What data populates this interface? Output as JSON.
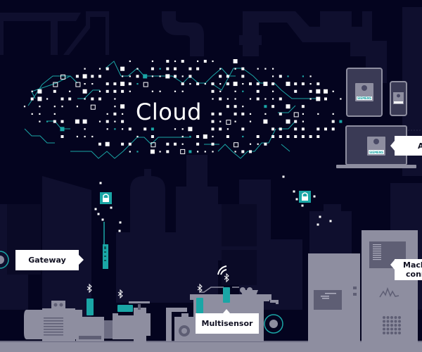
{
  "diagram": {
    "cloud_label": "Cloud",
    "callouts": {
      "gateway": "Gateway",
      "multisensor": "Multisensor",
      "machine_connect_line1": "Mach",
      "machine_connect_line2": "conn",
      "apps_partial": "A"
    },
    "device_brand": "SIEMENS",
    "colors": {
      "background": "#04041f",
      "silhouette": "#0f0f2e",
      "teal_accent": "#1aa6a6",
      "machine_gray": "#8e8ea0",
      "machine_dark": "#5e5e74",
      "floor": "#8e8ea0",
      "callout_bg": "#ffffff",
      "node_white": "#ffffff"
    },
    "icons": [
      "lock-icon",
      "bluetooth-icon",
      "wifi-icon",
      "tablet-icon",
      "phone-icon",
      "laptop-icon",
      "waveform-icon"
    ]
  }
}
